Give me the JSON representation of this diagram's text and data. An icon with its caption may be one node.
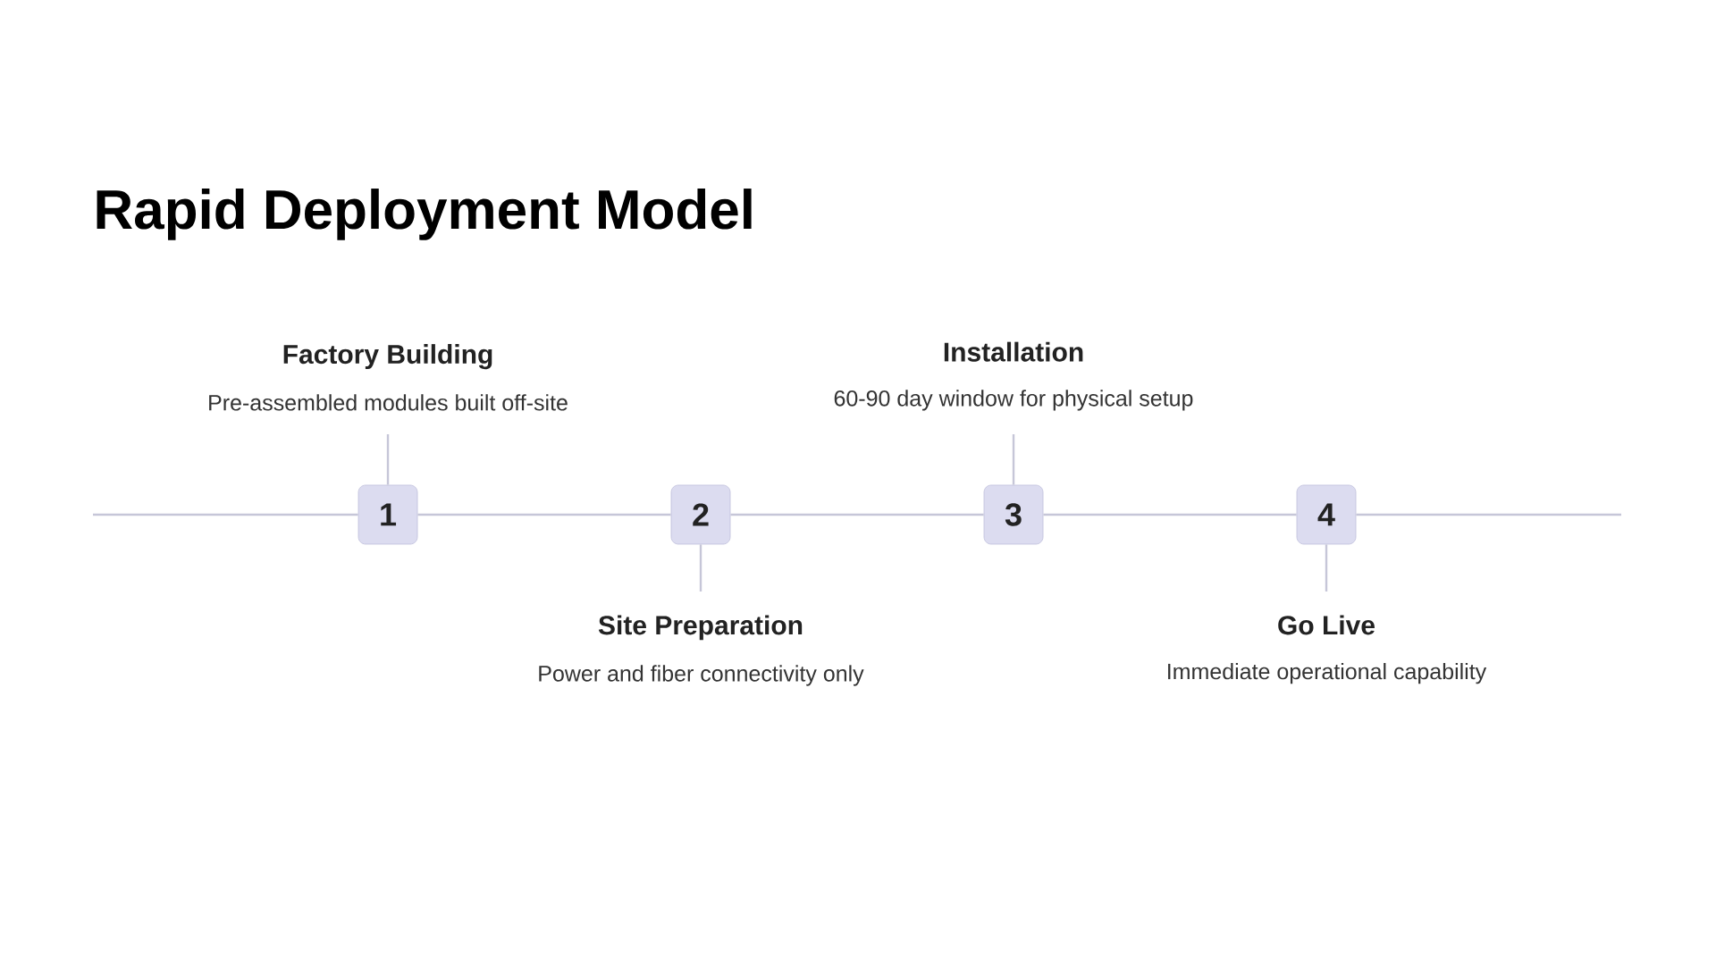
{
  "diagram": {
    "title": "Rapid Deployment Model",
    "nodes": [
      {
        "text": [
          "1"
        ]
      },
      {
        "text": [
          "2"
        ]
      },
      {
        "text": [
          "3"
        ]
      },
      {
        "text": [
          "4"
        ]
      },
      {
        "text": [
          "Factory Building",
          "Pre-assembled modules built off-site"
        ]
      },
      {
        "text": [
          "Site Preparation",
          "Power and fiber connectivity only"
        ]
      },
      {
        "text": [
          "Installation",
          "60-90 day window for physical setup"
        ]
      },
      {
        "text": [
          "Go Live",
          "Immediate operational capability"
        ]
      }
    ],
    "edges": [
      {
        "from": null,
        "to": 0,
        "arrow": "none"
      },
      {
        "from": 0,
        "to": 1,
        "arrow": "none"
      },
      {
        "from": 1,
        "to": 2,
        "arrow": "none"
      },
      {
        "from": 2,
        "to": 3,
        "arrow": "none"
      },
      {
        "from": 3,
        "to": null,
        "arrow": "none"
      },
      {
        "from": 0,
        "to": 4,
        "arrow": "none"
      },
      {
        "from": 1,
        "to": 5,
        "arrow": "none"
      },
      {
        "from": 2,
        "to": 6,
        "arrow": "none"
      },
      {
        "from": 3,
        "to": 7,
        "arrow": "none"
      }
    ]
  }
}
